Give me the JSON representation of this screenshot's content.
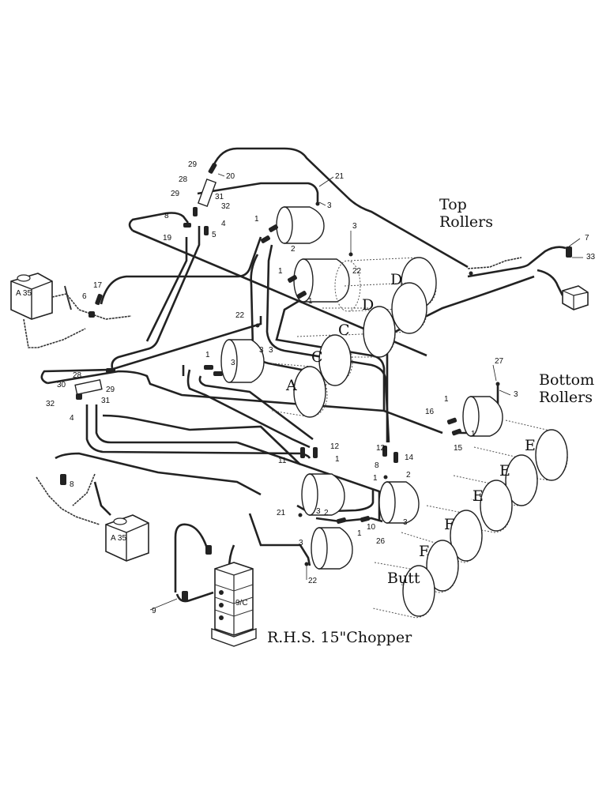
{
  "labels": {
    "top_rollers_line1": "Top",
    "top_rollers_line2": "Rollers",
    "bottom_rollers_line1": "Bottom",
    "bottom_rollers_line2": "Rollers",
    "diagram_title": "R.H.S. 15\"Chopper"
  },
  "rollers": [
    {
      "letter": "D"
    },
    {
      "letter": "D"
    },
    {
      "letter": "C"
    },
    {
      "letter": "C"
    },
    {
      "letter": "A"
    },
    {
      "letter": "E"
    },
    {
      "letter": "E"
    },
    {
      "letter": "E"
    },
    {
      "letter": "F"
    },
    {
      "letter": "F"
    },
    {
      "letter": "Butt"
    }
  ],
  "valve_labels": [
    "A 35",
    "A 35"
  ],
  "pump_label": "9/C",
  "callouts": [
    "29",
    "20",
    "21",
    "28",
    "29",
    "31",
    "32",
    "8",
    "4",
    "19",
    "5",
    "1",
    "2",
    "3",
    "3",
    "22",
    "1",
    "1",
    "17",
    "6",
    "22",
    "3",
    "1",
    "3",
    "28",
    "30",
    "29",
    "32",
    "31",
    "4",
    "27",
    "3",
    "16",
    "1",
    "15",
    "1",
    "12",
    "11",
    "1",
    "12",
    "8",
    "14",
    "1",
    "2",
    "21",
    "3",
    "2",
    "10",
    "1",
    "26",
    "3",
    "3",
    "22",
    "9",
    "8",
    "7",
    "33",
    "3"
  ]
}
